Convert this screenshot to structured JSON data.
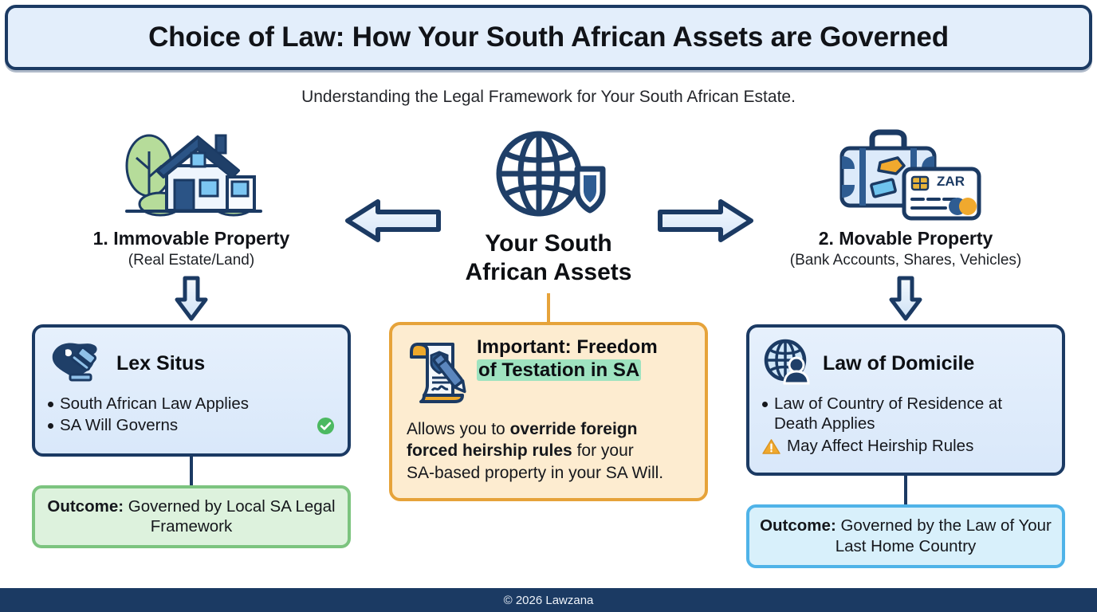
{
  "header": {
    "title": "Choice of Law: How Your South African Assets are Governed",
    "subtitle": "Understanding the Legal Framework for Your South African Estate."
  },
  "colors": {
    "navy": "#1b3a63",
    "light_blue_fill": "#e3eefb",
    "card_blue_fill": "#e6f0fc",
    "orange_border": "#e6a33a",
    "orange_fill": "#fdecd0",
    "green_border": "#7cc47f",
    "green_fill": "#ddf2dd",
    "cyan_border": "#4fb3e8",
    "cyan_fill": "#d8f0fb",
    "highlight_green": "#9fe3c0"
  },
  "center": {
    "icon": "globe-shield-icon",
    "heading_line1": "Your South",
    "heading_line2": "African Assets",
    "card": {
      "icon": "legal-document-pen-icon",
      "title_line1": "Important: Freedom",
      "title_line2": "of Testation in SA",
      "body_pre": "Allows you to ",
      "body_bold1": "override foreign",
      "body_bold2": "forced heirship rules",
      "body_mid": " for your",
      "body_post": "SA-based property in your SA Will."
    }
  },
  "arrows": {
    "left": "arrow-left-icon",
    "right": "arrow-right-icon",
    "down": "arrow-down-icon"
  },
  "left_branch": {
    "icon": "house-tree-icon",
    "title": "1.  Immovable Property",
    "subtitle": "(Real Estate/Land)",
    "card": {
      "icon": "south-africa-map-gavel-icon",
      "title": "Lex Situs",
      "bullets": [
        {
          "marker": "bullet",
          "text": "South African Law Applies",
          "badge": ""
        },
        {
          "marker": "bullet",
          "text": "SA Will Governs",
          "badge": "check-circle-icon"
        }
      ]
    },
    "outcome_label": "Outcome:",
    "outcome_text": " Governed by Local SA Legal Framework"
  },
  "right_branch": {
    "icon": "suitcase-bankcard-zar-icon",
    "title": "2. Movable Property",
    "subtitle": "(Bank Accounts, Shares, Vehicles)",
    "card": {
      "icon": "globe-person-icon",
      "title": "Law of Domicile",
      "bullets": [
        {
          "marker": "bullet",
          "text": "Law of Country of Residence at Death Applies",
          "badge": ""
        },
        {
          "marker": "warning-triangle-icon",
          "text": "May Affect Heirship Rules",
          "badge": ""
        }
      ]
    },
    "outcome_label": "Outcome:",
    "outcome_text": " Governed by the Law of Your Last Home Country"
  },
  "card_label_zar": "ZAR",
  "footer": {
    "copyright": "© 2026 Lawzana"
  }
}
